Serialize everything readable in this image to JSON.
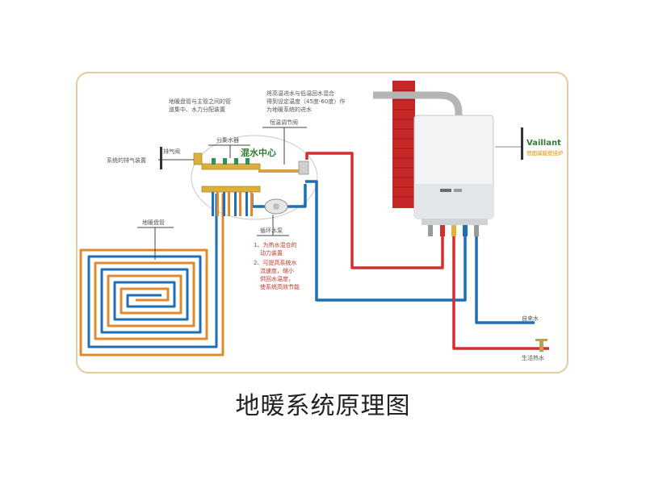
{
  "caption": "地暖系统原理图",
  "labels": {
    "manifold_pipe_desc_1": "地暖盘管与主管之间的管",
    "manifold_pipe_desc_2": "道集中、水力分配装置",
    "manifold": "分集水器",
    "temp_valve_desc_1": "将高温进水与低温回水混合",
    "temp_valve_desc_2": "得到设定温度（45度-60度）作",
    "temp_valve_desc_3": "为地暖系统的进水",
    "temp_valve": "恒温调节阀",
    "mixing_center": "混水中心",
    "air_vent_desc": "系统的排气装置",
    "air_vent": "排气阀",
    "floor_coil": "地暖盘管",
    "pump": "循环水泵",
    "pump_desc_1": "1、为热水混合的",
    "pump_desc_2": "动力装置",
    "pump_desc_3": "2、可提高系统水",
    "pump_desc_4": "流速度，缩小",
    "pump_desc_5": "供回水温度，",
    "pump_desc_6": "使系统高效节能",
    "brand": "Vaillant",
    "brand_tagline": "德国威能壁挂炉",
    "tap_water": "自来水",
    "domestic_hot_water": "生活热水"
  },
  "colors": {
    "hot_pipe": "#d32f2f",
    "cold_pipe": "#1e6fb3",
    "coil_orange": "#e08a2c",
    "chimney": "#c62828",
    "frame": "#e0cd9a",
    "mixing_green": "#2e7d32",
    "manifold_brass": "#d9b03c"
  }
}
